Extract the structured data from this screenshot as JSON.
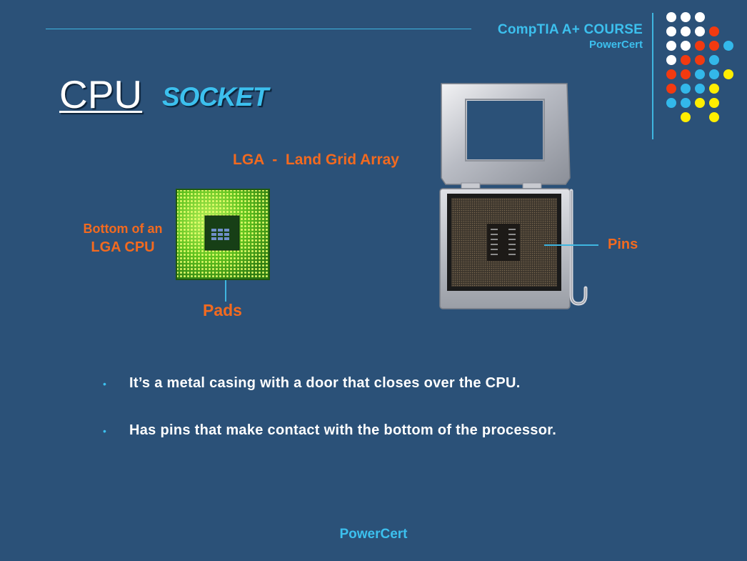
{
  "header": {
    "course_title": "CompTIA A+ COURSE",
    "course_subtitle": "PowerCert"
  },
  "title": {
    "main": "CPU",
    "sub": "SOCKET"
  },
  "diagram": {
    "lga_title": "LGA  -  Land Grid Array",
    "cpu_label_line1": "Bottom of an",
    "cpu_label_line2": "LGA CPU",
    "pads_label": "Pads",
    "pins_label": "Pins"
  },
  "bullets": [
    {
      "text": "It’s a metal casing with a door that closes over the CPU."
    },
    {
      "text": "Has pins that make contact with the bottom of the processor."
    }
  ],
  "footer": {
    "brand": "PowerCert"
  },
  "colors": {
    "background": "#2b5178",
    "accent_blue": "#3cc0ee",
    "label_orange": "#f36a1f",
    "dot_white": "#ffffff",
    "dot_red": "#f23a10",
    "dot_blue": "#33b8ea",
    "dot_yellow": "#ffee00"
  }
}
